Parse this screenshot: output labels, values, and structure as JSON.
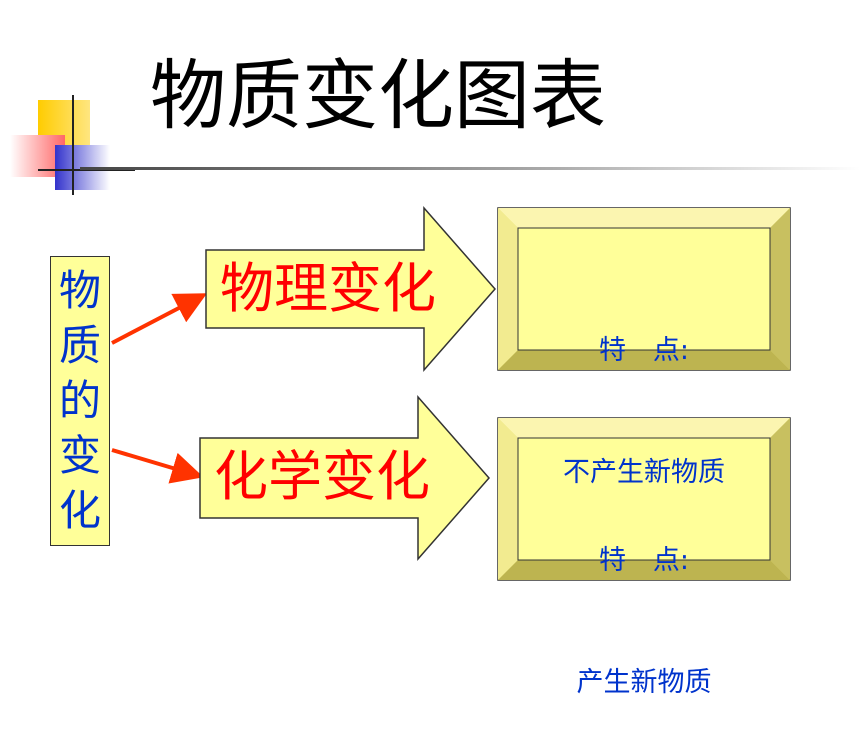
{
  "title": "物质变化图表",
  "left_box": {
    "chars": [
      "物",
      "质",
      "的",
      "变",
      "化"
    ]
  },
  "physical": {
    "label": "物理变化",
    "feature_title": "特　点:",
    "feature_desc": "不产生新物质"
  },
  "chemical": {
    "label": "化学变化",
    "feature_title": "特　点:",
    "feature_desc": "产生新物质"
  },
  "colors": {
    "box_fill": "#ffff99",
    "bevel_fill": "#e8e070",
    "text_blue": "#0033cc",
    "text_red": "#ff0000",
    "connector": "#ff3300",
    "deco_yellow": "#ffcc00",
    "deco_blue": "#3333cc",
    "deco_red": "#ff6666"
  }
}
